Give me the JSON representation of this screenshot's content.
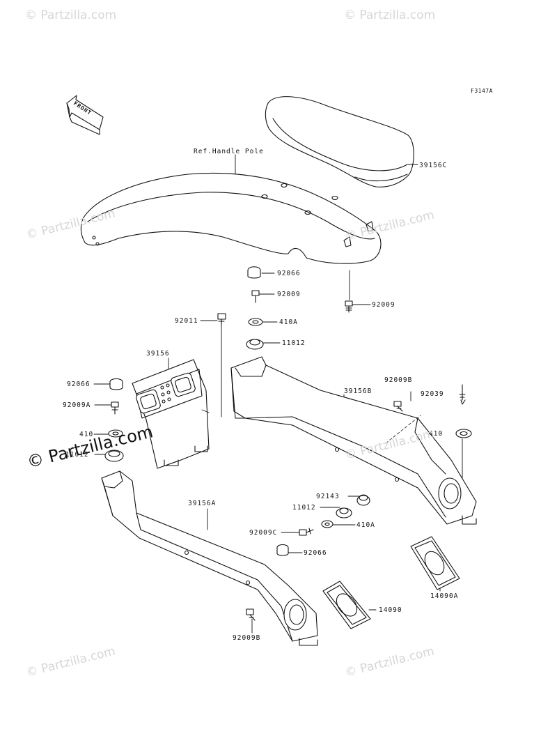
{
  "figure_code": "F3147A",
  "front_label": "FRONT",
  "watermark": "© Partzilla.com",
  "callouts": {
    "ref_handle_pole": "Ref.Handle Pole",
    "p39156C": "39156C",
    "p92066_top": "92066",
    "p92009_a": "92009",
    "p92009_b": "92009",
    "p92011": "92011",
    "p410A_top": "410A",
    "p11012_top": "11012",
    "p39156": "39156",
    "p92066_left": "92066",
    "p92009A": "92009A",
    "p410_left": "410",
    "p11012_left": "11012",
    "p39156B": "39156B",
    "p92009B_top": "92009B",
    "p92039": "92039",
    "p410_right": "410",
    "p92143": "92143",
    "p11012_mid": "11012",
    "p410A_mid": "410A",
    "p92009C": "92009C",
    "p92066_mid": "92066",
    "p39156A": "39156A",
    "p14090A": "14090A",
    "p14090": "14090",
    "p92009B_bot": "92009B"
  }
}
